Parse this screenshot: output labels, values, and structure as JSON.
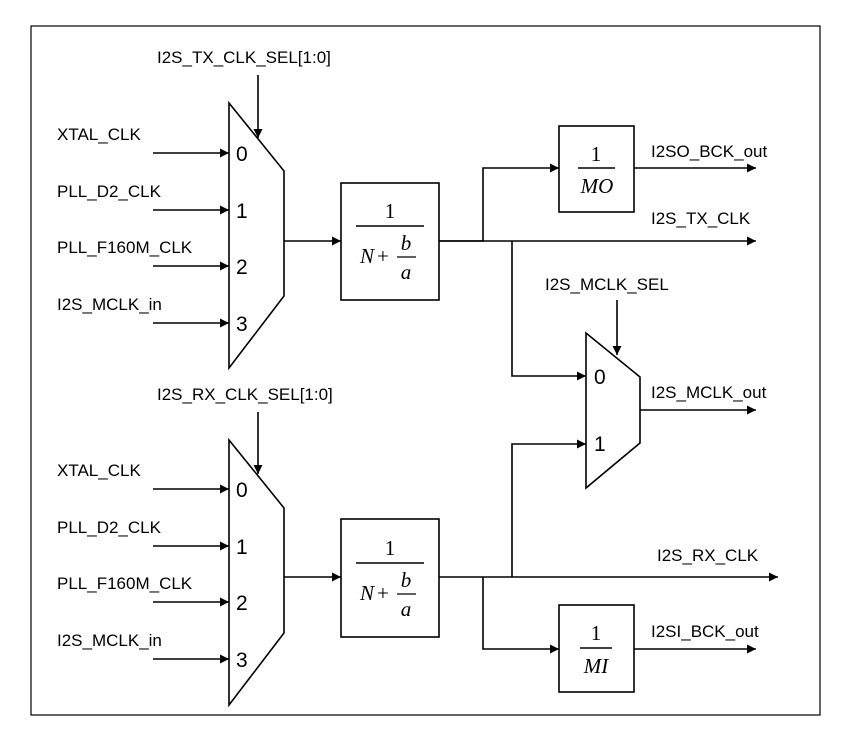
{
  "tx_section": {
    "mux_select": "I2S_TX_CLK_SEL[1:0]",
    "inputs": [
      "XTAL_CLK",
      "PLL_D2_CLK",
      "PLL_F160M_CLK",
      "I2S_MCLK_in"
    ],
    "input_indices": [
      "0",
      "1",
      "2",
      "3"
    ],
    "divider": {
      "numerator": "1",
      "n": "N",
      "plus": "+",
      "b": "b",
      "a": "a"
    },
    "sub_divider": {
      "numerator": "1",
      "denominator": "MO"
    },
    "outputs": {
      "bck": "I2SO_BCK_out",
      "clk": "I2S_TX_CLK"
    }
  },
  "mclk_section": {
    "mux_select": "I2S_MCLK_SEL",
    "input_indices": [
      "0",
      "1"
    ],
    "output": "I2S_MCLK_out"
  },
  "rx_section": {
    "mux_select": "I2S_RX_CLK_SEL[1:0]",
    "inputs": [
      "XTAL_CLK",
      "PLL_D2_CLK",
      "PLL_F160M_CLK",
      "I2S_MCLK_in"
    ],
    "input_indices": [
      "0",
      "1",
      "2",
      "3"
    ],
    "divider": {
      "numerator": "1",
      "n": "N",
      "plus": "+",
      "b": "b",
      "a": "a"
    },
    "sub_divider": {
      "numerator": "1",
      "denominator": "MI"
    },
    "outputs": {
      "clk": "I2S_RX_CLK",
      "bck": "I2SI_BCK_out"
    }
  }
}
